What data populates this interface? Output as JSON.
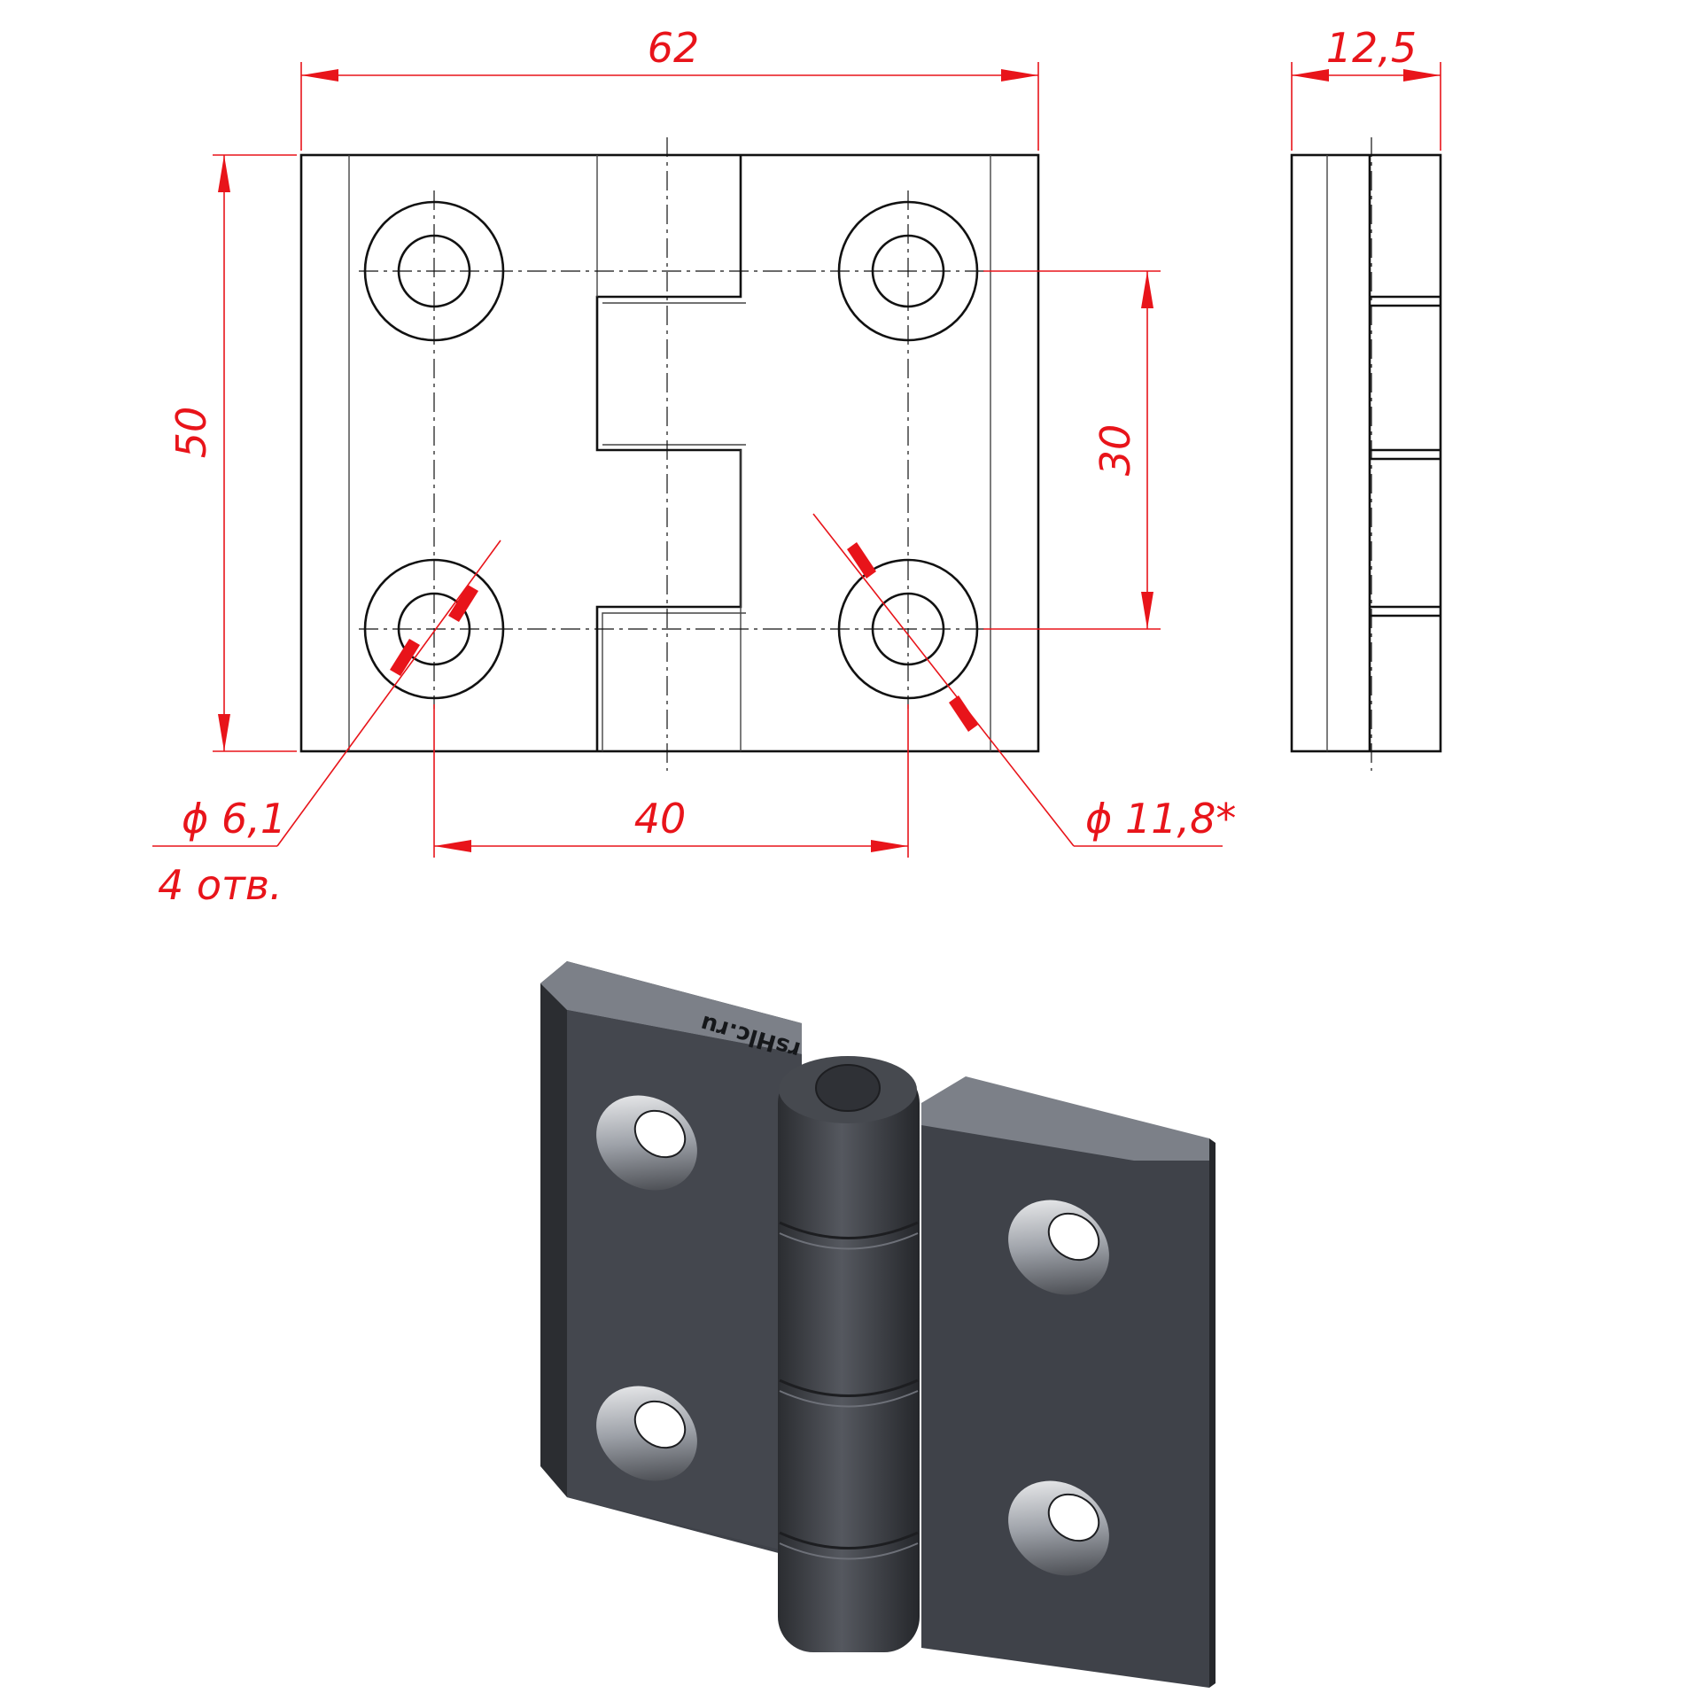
{
  "dimensions": {
    "width": "62",
    "height": "50",
    "thickness": "12,5",
    "hole_spacing_vertical": "30",
    "hole_spacing_horizontal": "40",
    "hole_diameter": "ϕ 6,1",
    "hole_count": "4 отв.",
    "counterbore_diameter": "ϕ 11,8*"
  },
  "render": {
    "brand_mark": "rsHlc.ru"
  },
  "colors": {
    "dimension": "#e8141a",
    "outline": "#111111",
    "body": "#3f4249",
    "edge": "#7c8088"
  }
}
